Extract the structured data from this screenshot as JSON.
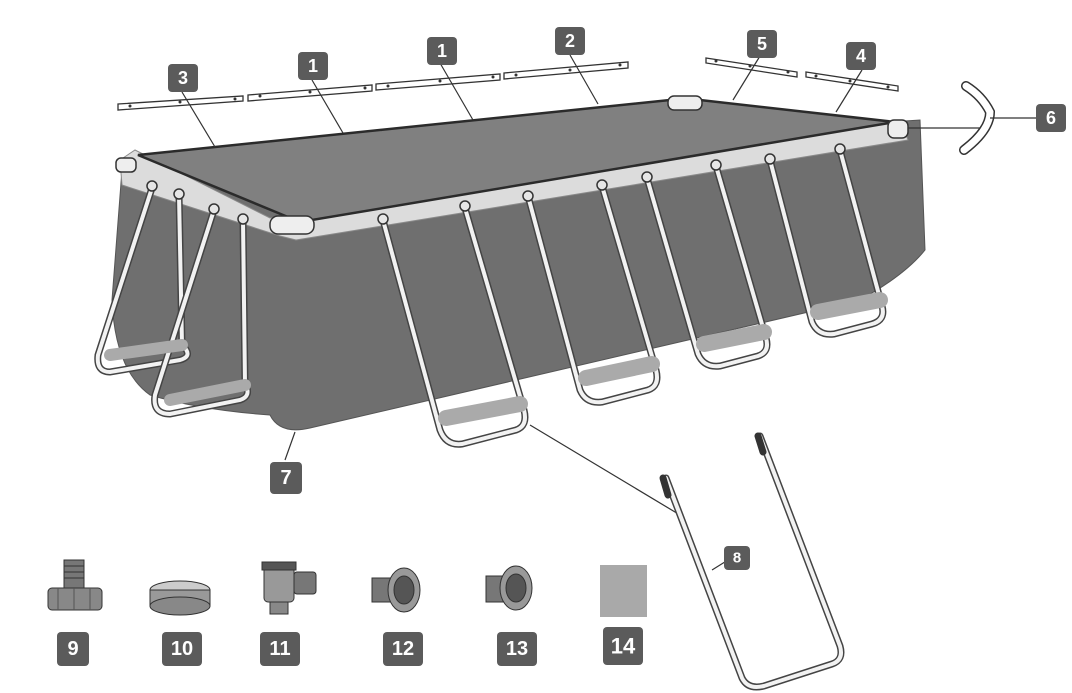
{
  "colors": {
    "badge": "#5b5b5b",
    "liner": "#808080",
    "wall": "#6f6f6f",
    "rail": "#dcdcdc",
    "outline": "#2b2b2b",
    "part14": "#a9a9a9"
  },
  "callouts": [
    {
      "id": "top-rail-a-left",
      "label": "1"
    },
    {
      "id": "top-rail-a-right",
      "label": "1"
    },
    {
      "id": "top-rail-b",
      "label": "2"
    },
    {
      "id": "top-rail-c",
      "label": "3"
    },
    {
      "id": "side-rail-d",
      "label": "4"
    },
    {
      "id": "side-rail-e",
      "label": "5"
    },
    {
      "id": "corner-joint",
      "label": "6"
    },
    {
      "id": "pool-liner",
      "label": "7"
    },
    {
      "id": "u-support-leg",
      "label": "8"
    }
  ],
  "accessories": [
    {
      "id": "hose-adapter",
      "label": "9",
      "icon": "threaded-adapter-icon"
    },
    {
      "id": "drain-plug",
      "label": "10",
      "icon": "plug-cap-icon"
    },
    {
      "id": "plunger-valve",
      "label": "11",
      "icon": "valve-icon"
    },
    {
      "id": "inlet-strainer",
      "label": "12",
      "icon": "strainer-connector-icon"
    },
    {
      "id": "outlet-strainer",
      "label": "13",
      "icon": "strainer-connector-icon"
    },
    {
      "id": "repair-patch",
      "label": "14",
      "icon": "patch-square-icon"
    }
  ]
}
